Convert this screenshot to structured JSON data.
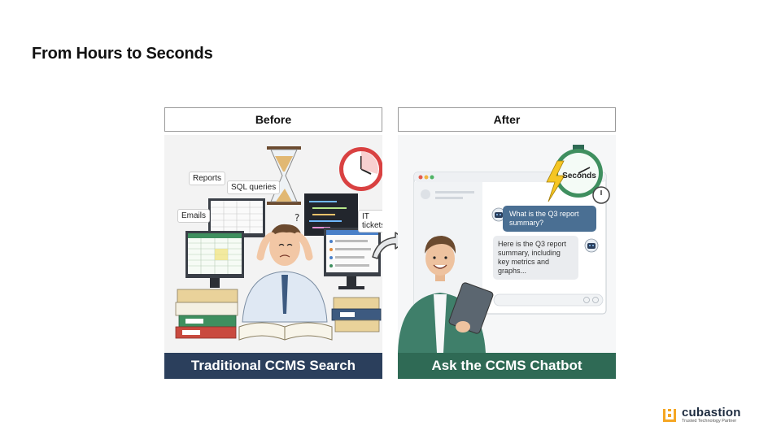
{
  "slide": {
    "title": "From Hours to Seconds"
  },
  "before": {
    "header": "Before",
    "caption": "Traditional CCMS Search",
    "callouts": {
      "reports": "Reports",
      "sql": "SQL queries",
      "emails": "Emails",
      "it": "IT tickets"
    }
  },
  "after": {
    "header": "After",
    "caption": "Ask the CCMS Chatbot",
    "timer_label": "Seconds",
    "question": "What is the Q3 report summary?",
    "answer": "Here is the Q3 report summary, including key metrics and graphs..."
  },
  "logo": {
    "name": "cubastion",
    "tagline": "Trusted Technology Partner"
  },
  "colors": {
    "before_bar": "#2b3f5c",
    "after_bar": "#2f6a55",
    "clock_red": "#d94141",
    "timer_green": "#3f8f5f",
    "logo_orange": "#f5a623"
  }
}
